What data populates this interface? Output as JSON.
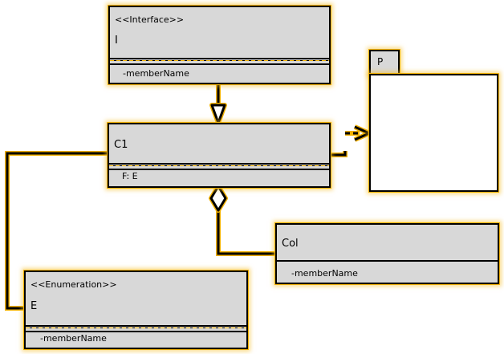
{
  "interface_box": {
    "stereotype": "<<Interface>>",
    "name": "I",
    "member": "-memberName"
  },
  "c1_box": {
    "name": "C1",
    "member": "F: E"
  },
  "package": {
    "name": "P"
  },
  "col_box": {
    "name": "Col",
    "member": "-memberName"
  },
  "enum_box": {
    "stereotype": "<<Enumeration>>",
    "name": "E",
    "member": "-memberName"
  },
  "colors": {
    "fill": "#d8d8d8",
    "stroke": "#000000",
    "highlight": "#f0b000"
  }
}
